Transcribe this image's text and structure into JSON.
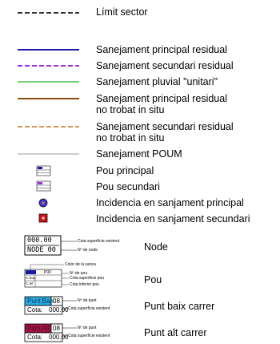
{
  "legend": {
    "limit_sector": "Límit sector",
    "main_sewer": "Sanejament principal residual",
    "secondary_sewer": "Sanejament secundari residual",
    "storm_sewer": "Sanejament pluvial \"unitari\"",
    "main_not_found_line1": "Sanejament principal residual",
    "main_not_found_line2": "no trobat in situ",
    "secondary_not_found_line1": "Sanejament secundari residual",
    "secondary_not_found_line2": "no trobat in situ",
    "poum_sewer": "Sanejament POUM",
    "main_well": "Pou principal",
    "secondary_well": "Pou secundari",
    "main_incident": "Incidencia en sanjament principal",
    "secondary_incident": "Incidencia en sanjament secundari",
    "node": "Node",
    "well": "Pou",
    "low_point": "Punt baix carrer",
    "high_point": "Punt alt carrer"
  },
  "node_detail": {
    "value": "000.00",
    "node_label": "NODE",
    "node_number": "00",
    "note_elevation": "Cota superfície existent",
    "note_number": "Nº de node"
  },
  "well_detail": {
    "code": "P00",
    "row_sup": "C.Sup",
    "row_inf": "C.Inf",
    "note_color": "Color de la sanca",
    "note_number": "Nº de pou",
    "note_sup": "Cota superficie pou",
    "note_inf": "Cota inferior pou"
  },
  "low_point_detail": {
    "label": "Punt Baix",
    "number": "08",
    "cota_label": "Cota:",
    "cota_value": "000.00",
    "note_number": "Nº de punt",
    "note_elevation": "Cota superfície existent"
  },
  "high_point_detail": {
    "label": "Punt Alt",
    "number": "08",
    "cota_label": "Cota:",
    "cota_value": "000.00",
    "note_number": "Nº de punt",
    "note_elevation": "Cota superfície existent"
  },
  "colors": {
    "main_sewer": "#1a1aa6",
    "secondary_sewer": "#9b2ee0",
    "storm_sewer": "#27b027",
    "main_not_found": "#8a4a14",
    "secondary_not_found": "#c87020",
    "poum_sewer": "#9a9a9a",
    "limit_sector": "#333333",
    "low_point_fill": "#29a9e0",
    "high_point_fill": "#9c1540",
    "incident_main": "#3a3ad0",
    "incident_secondary": "#cc1111"
  }
}
